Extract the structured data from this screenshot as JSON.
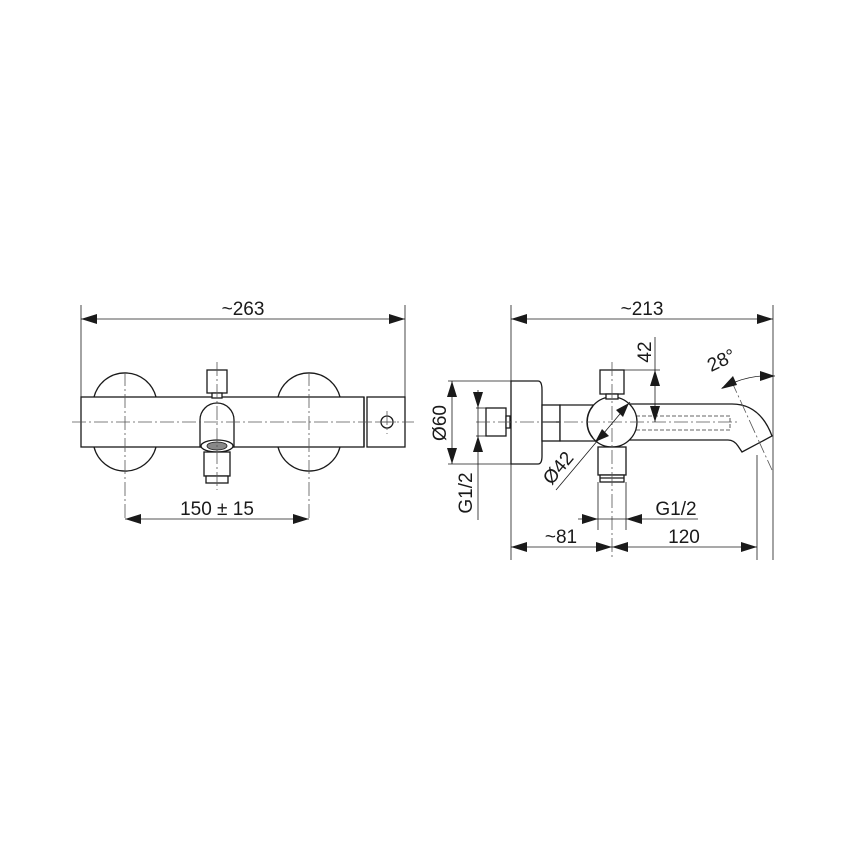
{
  "drawing": {
    "front_view": {
      "overall_width_label": "~263",
      "center_distance_label": "150 ± 15"
    },
    "side_view": {
      "overall_depth_label": "~213",
      "height_above_label": "42",
      "angle_label": "28°",
      "wall_flange_diameter_label": "Ø60",
      "body_diameter_label": "Ø42",
      "inlet_thread_label": "G1/2",
      "outlet_thread_label": "G1/2",
      "wall_to_axis_label": "~81",
      "spout_length_label": "120"
    }
  },
  "colors": {
    "line": "#1a1a1a",
    "background": "#ffffff"
  }
}
